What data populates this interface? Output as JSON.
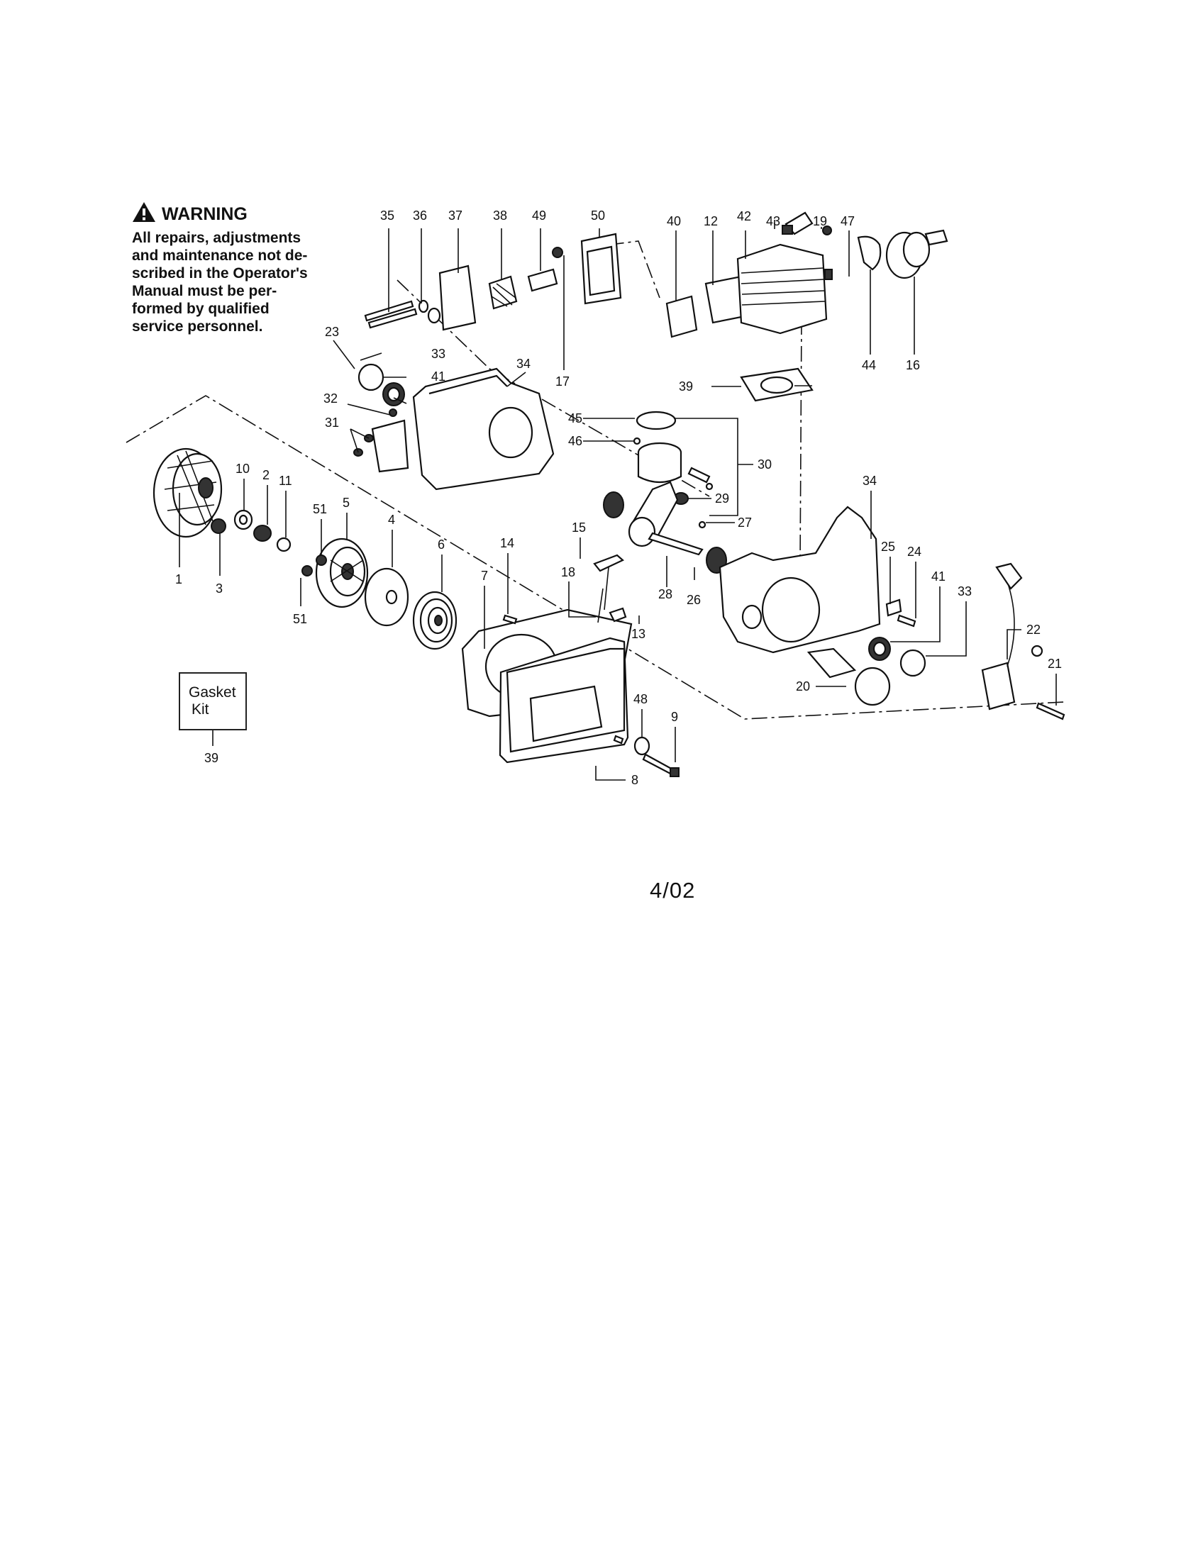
{
  "warning": {
    "icon": "warning-triangle-icon",
    "title": "WARNING",
    "lines": [
      "All repairs, adjustments",
      "and maintenance not de-",
      "scribed in the Operator's",
      "Manual must be per-",
      "formed by qualified",
      "service personnel."
    ]
  },
  "gasket_kit": {
    "line1": "Gasket",
    "line2": "Kit",
    "number": "39"
  },
  "revision": "4/02",
  "callouts": {
    "c1": "1",
    "c2": "2",
    "c3": "3",
    "c4": "4",
    "c5": "5",
    "c6": "6",
    "c7": "7",
    "c8": "8",
    "c9": "9",
    "c10": "10",
    "c11": "11",
    "c12": "12",
    "c13": "13",
    "c14": "14",
    "c15": "15",
    "c16": "16",
    "c17": "17",
    "c18": "18",
    "c19": "19",
    "c20": "20",
    "c21": "21",
    "c22": "22",
    "c23": "23",
    "c24": "24",
    "c25": "25",
    "c26": "26",
    "c27": "27",
    "c28": "28",
    "c29": "29",
    "c30": "30",
    "c31": "31",
    "c32": "32",
    "c33a": "33",
    "c33b": "33",
    "c34a": "34",
    "c34b": "34",
    "c35": "35",
    "c36": "36",
    "c37": "37",
    "c38": "38",
    "c39": "39",
    "c40": "40",
    "c41a": "41",
    "c41b": "41",
    "c42": "42",
    "c43": "43",
    "c44": "44",
    "c45": "45",
    "c46": "46",
    "c47": "47",
    "c48": "48",
    "c49": "49",
    "c50": "50",
    "c51a": "51",
    "c51b": "51"
  }
}
